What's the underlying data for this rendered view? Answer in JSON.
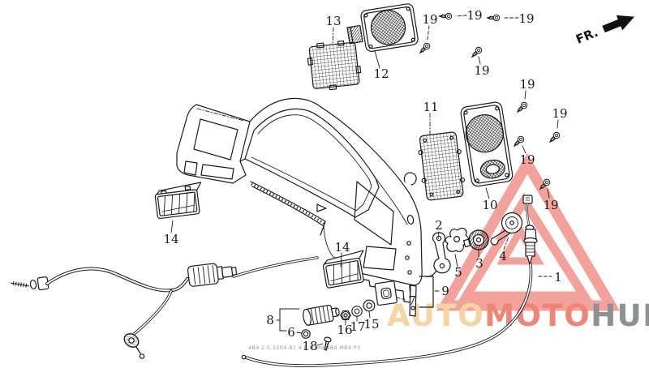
{
  "diagram": {
    "type": "exploded-parts-diagram",
    "direction_indicator": "FR.",
    "footer_code": "4B4 2 C 2204-B1 4 E M  M4 4B4 MB4 P3",
    "callouts": {
      "c1": {
        "label": "1"
      },
      "c2": {
        "label": "2"
      },
      "c3": {
        "label": "3"
      },
      "c4": {
        "label": "4"
      },
      "c5": {
        "label": "5"
      },
      "c6": {
        "label": "6"
      },
      "c7": {
        "label": "7"
      },
      "c8": {
        "label": "8"
      },
      "c9": {
        "label": "9"
      },
      "c10": {
        "label": "10"
      },
      "c11": {
        "label": "11"
      },
      "c12": {
        "label": "12"
      },
      "c13": {
        "label": "13"
      },
      "c14_left": {
        "label": "14"
      },
      "c14_right": {
        "label": "14"
      },
      "c15": {
        "label": "15"
      },
      "c16": {
        "label": "16"
      },
      "c17": {
        "label": "17"
      },
      "c18": {
        "label": "18"
      },
      "c19_1": {
        "label": "19"
      },
      "c19_2": {
        "label": "19"
      },
      "c19_3": {
        "label": "19"
      },
      "c19_4": {
        "label": "19"
      },
      "c19_5": {
        "label": "19"
      },
      "c19_6": {
        "label": "19"
      },
      "c19_7": {
        "label": "19"
      },
      "c19_8": {
        "label": "19"
      }
    }
  },
  "watermark": {
    "brand_auto": "AUTO",
    "brand_moto": "MOTO",
    "brand_hub": "HUB",
    "colors": {
      "triangle": "#f0928a",
      "auto": "#f6d5a1",
      "moto": "#ef8577",
      "hub": "#8e9093"
    }
  },
  "colors": {
    "ink": "#1a1a1a",
    "background": "#ffffff",
    "footer": "#8a8a8a"
  }
}
